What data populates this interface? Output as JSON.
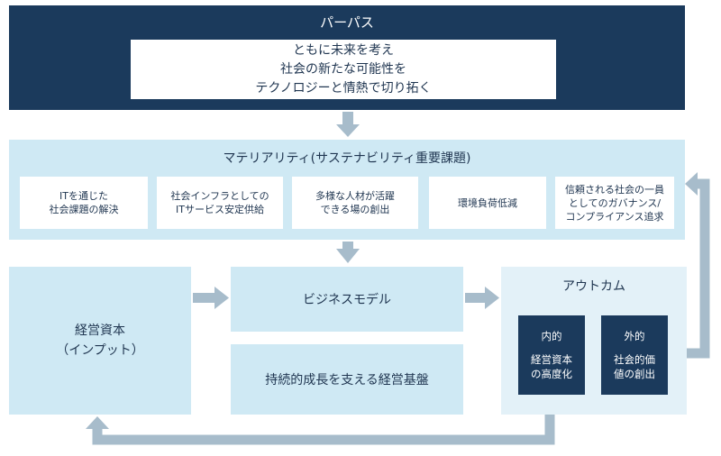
{
  "purpose": {
    "title": "パーパス",
    "lines": [
      "ともに未来を考え",
      "社会の新たな可能性を",
      "テクノロジーと情熱で切り拓く"
    ]
  },
  "materiality": {
    "title": "マテリアリティ(サステナビリティ重要課題)",
    "items": [
      {
        "l1": "ITを通じた",
        "l2": "社会課題の解決"
      },
      {
        "l1": "社会インフラとしての",
        "l2": "ITサービス安定供給"
      },
      {
        "l1": "多様な人材が活躍",
        "l2": "できる場の創出"
      },
      {
        "l1": "環境負荷低減",
        "l2": ""
      },
      {
        "l1": "信頼される社会の一員",
        "l2": "としてのガバナンス/",
        "l3": "コンプライアンス追求"
      }
    ]
  },
  "capital": {
    "l1": "経営資本",
    "l2": "（インプット）"
  },
  "business_model": "ビジネスモデル",
  "foundation": "持続的成長を支える経営基盤",
  "outcome": {
    "title": "アウトカム",
    "internal": {
      "head": "内的",
      "l1": "経営資本",
      "l2": "の高度化"
    },
    "external": {
      "head": "外的",
      "l1": "社会的価",
      "l2": "値の創出"
    }
  },
  "colors": {
    "navy": "#1b3a5c",
    "light_blue": "#cfe9f4",
    "lighter_blue": "#e3f1f8",
    "arrow": "#a7bccb"
  }
}
